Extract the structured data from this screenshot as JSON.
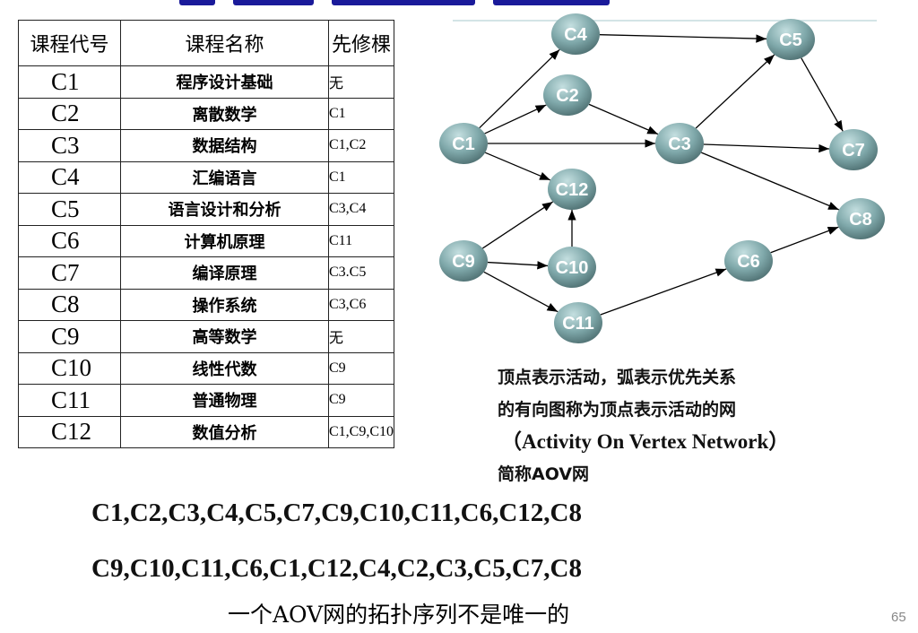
{
  "table": {
    "headers": [
      "课程代号",
      "课程名称",
      "先修棵"
    ],
    "rows": [
      {
        "code": "C1",
        "name": "程序设计基础",
        "prereq": "无"
      },
      {
        "code": "C2",
        "name": "离散数学",
        "prereq": "C1"
      },
      {
        "code": "C3",
        "name": "数据结构",
        "prereq": "C1,C2"
      },
      {
        "code": "C4",
        "name": "汇编语言",
        "prereq": "C1"
      },
      {
        "code": "C5",
        "name": "语言设计和分析",
        "prereq": "C3,C4"
      },
      {
        "code": "C6",
        "name": "计算机原理",
        "prereq": "C11"
      },
      {
        "code": "C7",
        "name": "编译原理",
        "prereq": "C3.C5"
      },
      {
        "code": "C8",
        "name": "操作系统",
        "prereq": "C3,C6"
      },
      {
        "code": "C9",
        "name": "高等数学",
        "prereq": "无"
      },
      {
        "code": "C10",
        "name": "线性代数",
        "prereq": "C9"
      },
      {
        "code": "C11",
        "name": "普通物理",
        "prereq": "C9"
      },
      {
        "code": "C12",
        "name": "数值分析",
        "prereq": "C1,C9,C10"
      }
    ]
  },
  "graph": {
    "nodes": [
      "C1",
      "C2",
      "C3",
      "C4",
      "C5",
      "C6",
      "C7",
      "C8",
      "C9",
      "C10",
      "C11",
      "C12"
    ],
    "edges": [
      [
        "C1",
        "C4"
      ],
      [
        "C1",
        "C2"
      ],
      [
        "C1",
        "C3"
      ],
      [
        "C1",
        "C12"
      ],
      [
        "C2",
        "C3"
      ],
      [
        "C4",
        "C5"
      ],
      [
        "C3",
        "C5"
      ],
      [
        "C3",
        "C7"
      ],
      [
        "C3",
        "C8"
      ],
      [
        "C5",
        "C7"
      ],
      [
        "C9",
        "C12"
      ],
      [
        "C9",
        "C10"
      ],
      [
        "C9",
        "C11"
      ],
      [
        "C10",
        "C12"
      ],
      [
        "C11",
        "C6"
      ],
      [
        "C6",
        "C8"
      ]
    ],
    "node_color": "#6f9a9c"
  },
  "description": {
    "line1": "顶点表示活动，弧表示优先关系",
    "line2": "的有向图称为顶点表示活动的网",
    "line3": "（Activity On Vertex Network）",
    "line4": "简称AOV网"
  },
  "sequences": [
    "C1,C2,C3,C4,C5,C7,C9,C10,C11,C6,C12,C8",
    "C9,C10,C11,C6,C1,C12,C4,C2,C3,C5,C7,C8"
  ],
  "note": "一个AOV网的拓扑序列不是唯一的",
  "page_number": "65"
}
